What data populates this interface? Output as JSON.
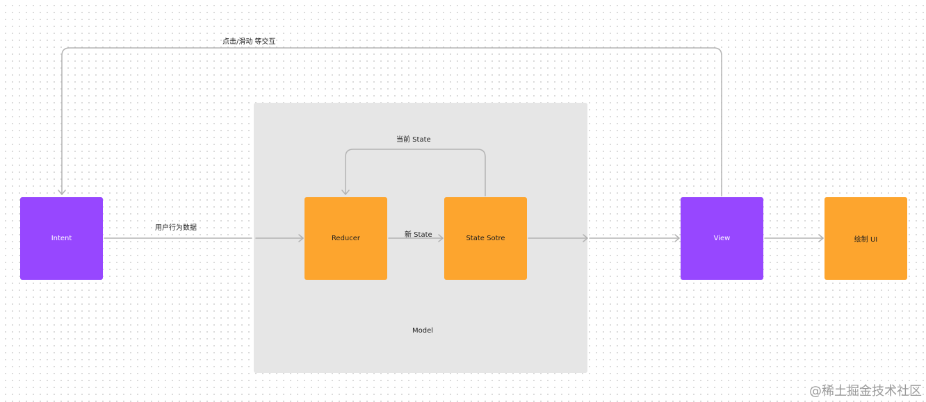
{
  "nodes": {
    "intent": "Intent",
    "reducer": "Reducer",
    "state_store": "State Sotre",
    "view": "View",
    "draw_ui": "绘制 UI"
  },
  "group": {
    "model_label": "Model"
  },
  "edges": {
    "click_swipe": "点击/滑动 等交互",
    "user_behavior_data": "用户行为数据",
    "current_state": "当前  State",
    "new_state": "新 State"
  },
  "watermark": "@稀土掘金技术社区",
  "colors": {
    "purple": "#9747ff",
    "orange": "#fda52e",
    "model_bg": "#e6e6e6",
    "connector": "#b3b3b3"
  }
}
